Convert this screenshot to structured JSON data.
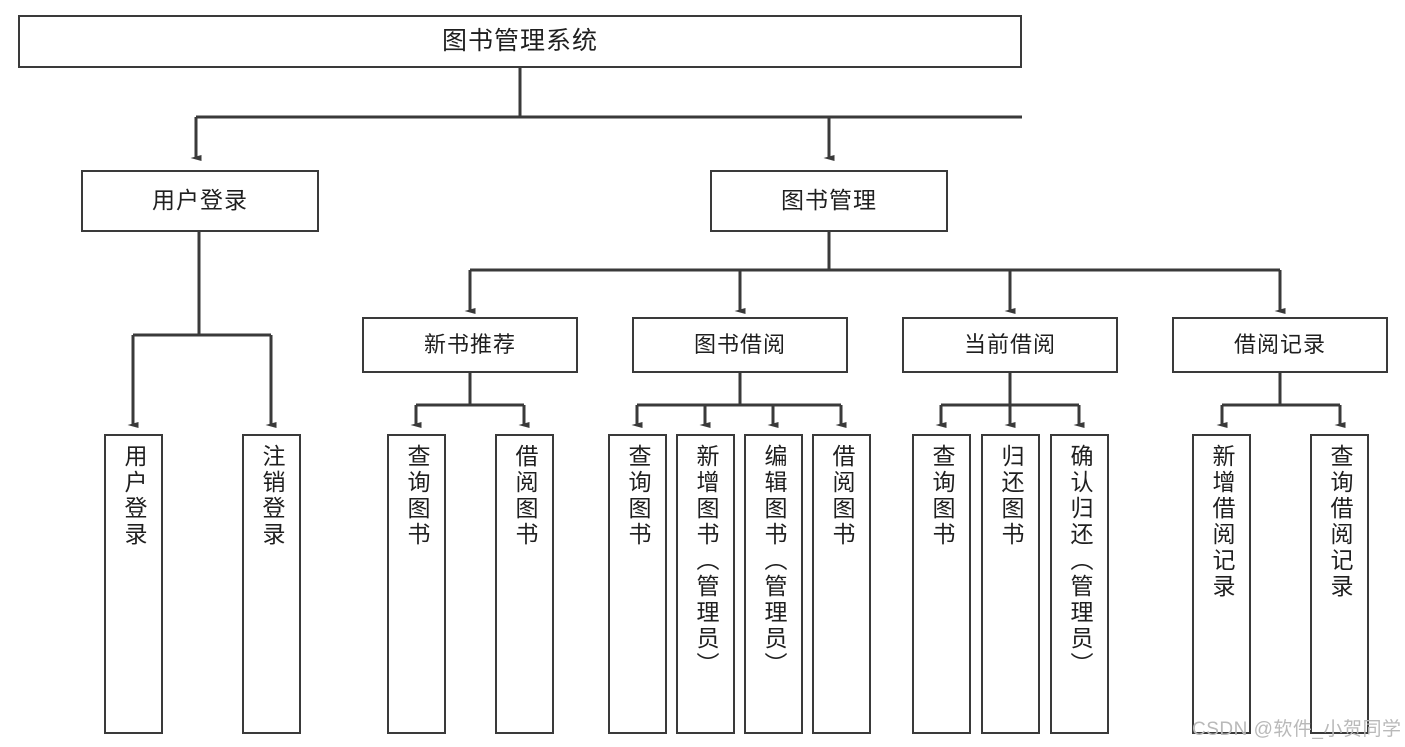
{
  "diagram": {
    "title": "图书管理系统",
    "type": "tree-hierarchy",
    "stroke_color": "#3a3a3a",
    "fill_color": "#ffffff",
    "text_color": "#1f1f1f",
    "watermark": "CSDN @软件_小贺同学",
    "nodes": {
      "root": {
        "label": "图书管理系统"
      },
      "level2": [
        {
          "id": "user-login",
          "label": "用户登录"
        },
        {
          "id": "book-manage",
          "label": "图书管理"
        }
      ],
      "level3": [
        {
          "id": "new-book-recommend",
          "label": "新书推荐"
        },
        {
          "id": "book-borrow",
          "label": "图书借阅"
        },
        {
          "id": "current-borrow",
          "label": "当前借阅"
        },
        {
          "id": "borrow-record",
          "label": "借阅记录"
        }
      ],
      "leaves": {
        "user_login": [
          {
            "id": "leaf-user-login",
            "label": "用户登录"
          },
          {
            "id": "leaf-logout",
            "label": "注销登录"
          }
        ],
        "new_book_recommend": [
          {
            "id": "leaf-query-book-1",
            "label": "查询图书"
          },
          {
            "id": "leaf-borrow-book-1",
            "label": "借阅图书"
          }
        ],
        "book_borrow": [
          {
            "id": "leaf-query-book-2",
            "label": "查询图书"
          },
          {
            "id": "leaf-add-book",
            "label": "新增图书（管理员）"
          },
          {
            "id": "leaf-edit-book",
            "label": "编辑图书（管理员）"
          },
          {
            "id": "leaf-borrow-book-2",
            "label": "借阅图书"
          }
        ],
        "current_borrow": [
          {
            "id": "leaf-query-book-3",
            "label": "查询图书"
          },
          {
            "id": "leaf-return-book",
            "label": "归还图书"
          },
          {
            "id": "leaf-confirm-return",
            "label": "确认归还（管理员）"
          }
        ],
        "borrow_record": [
          {
            "id": "leaf-add-record",
            "label": "新增借阅记录"
          },
          {
            "id": "leaf-query-record",
            "label": "查询借阅记录"
          }
        ]
      }
    }
  }
}
